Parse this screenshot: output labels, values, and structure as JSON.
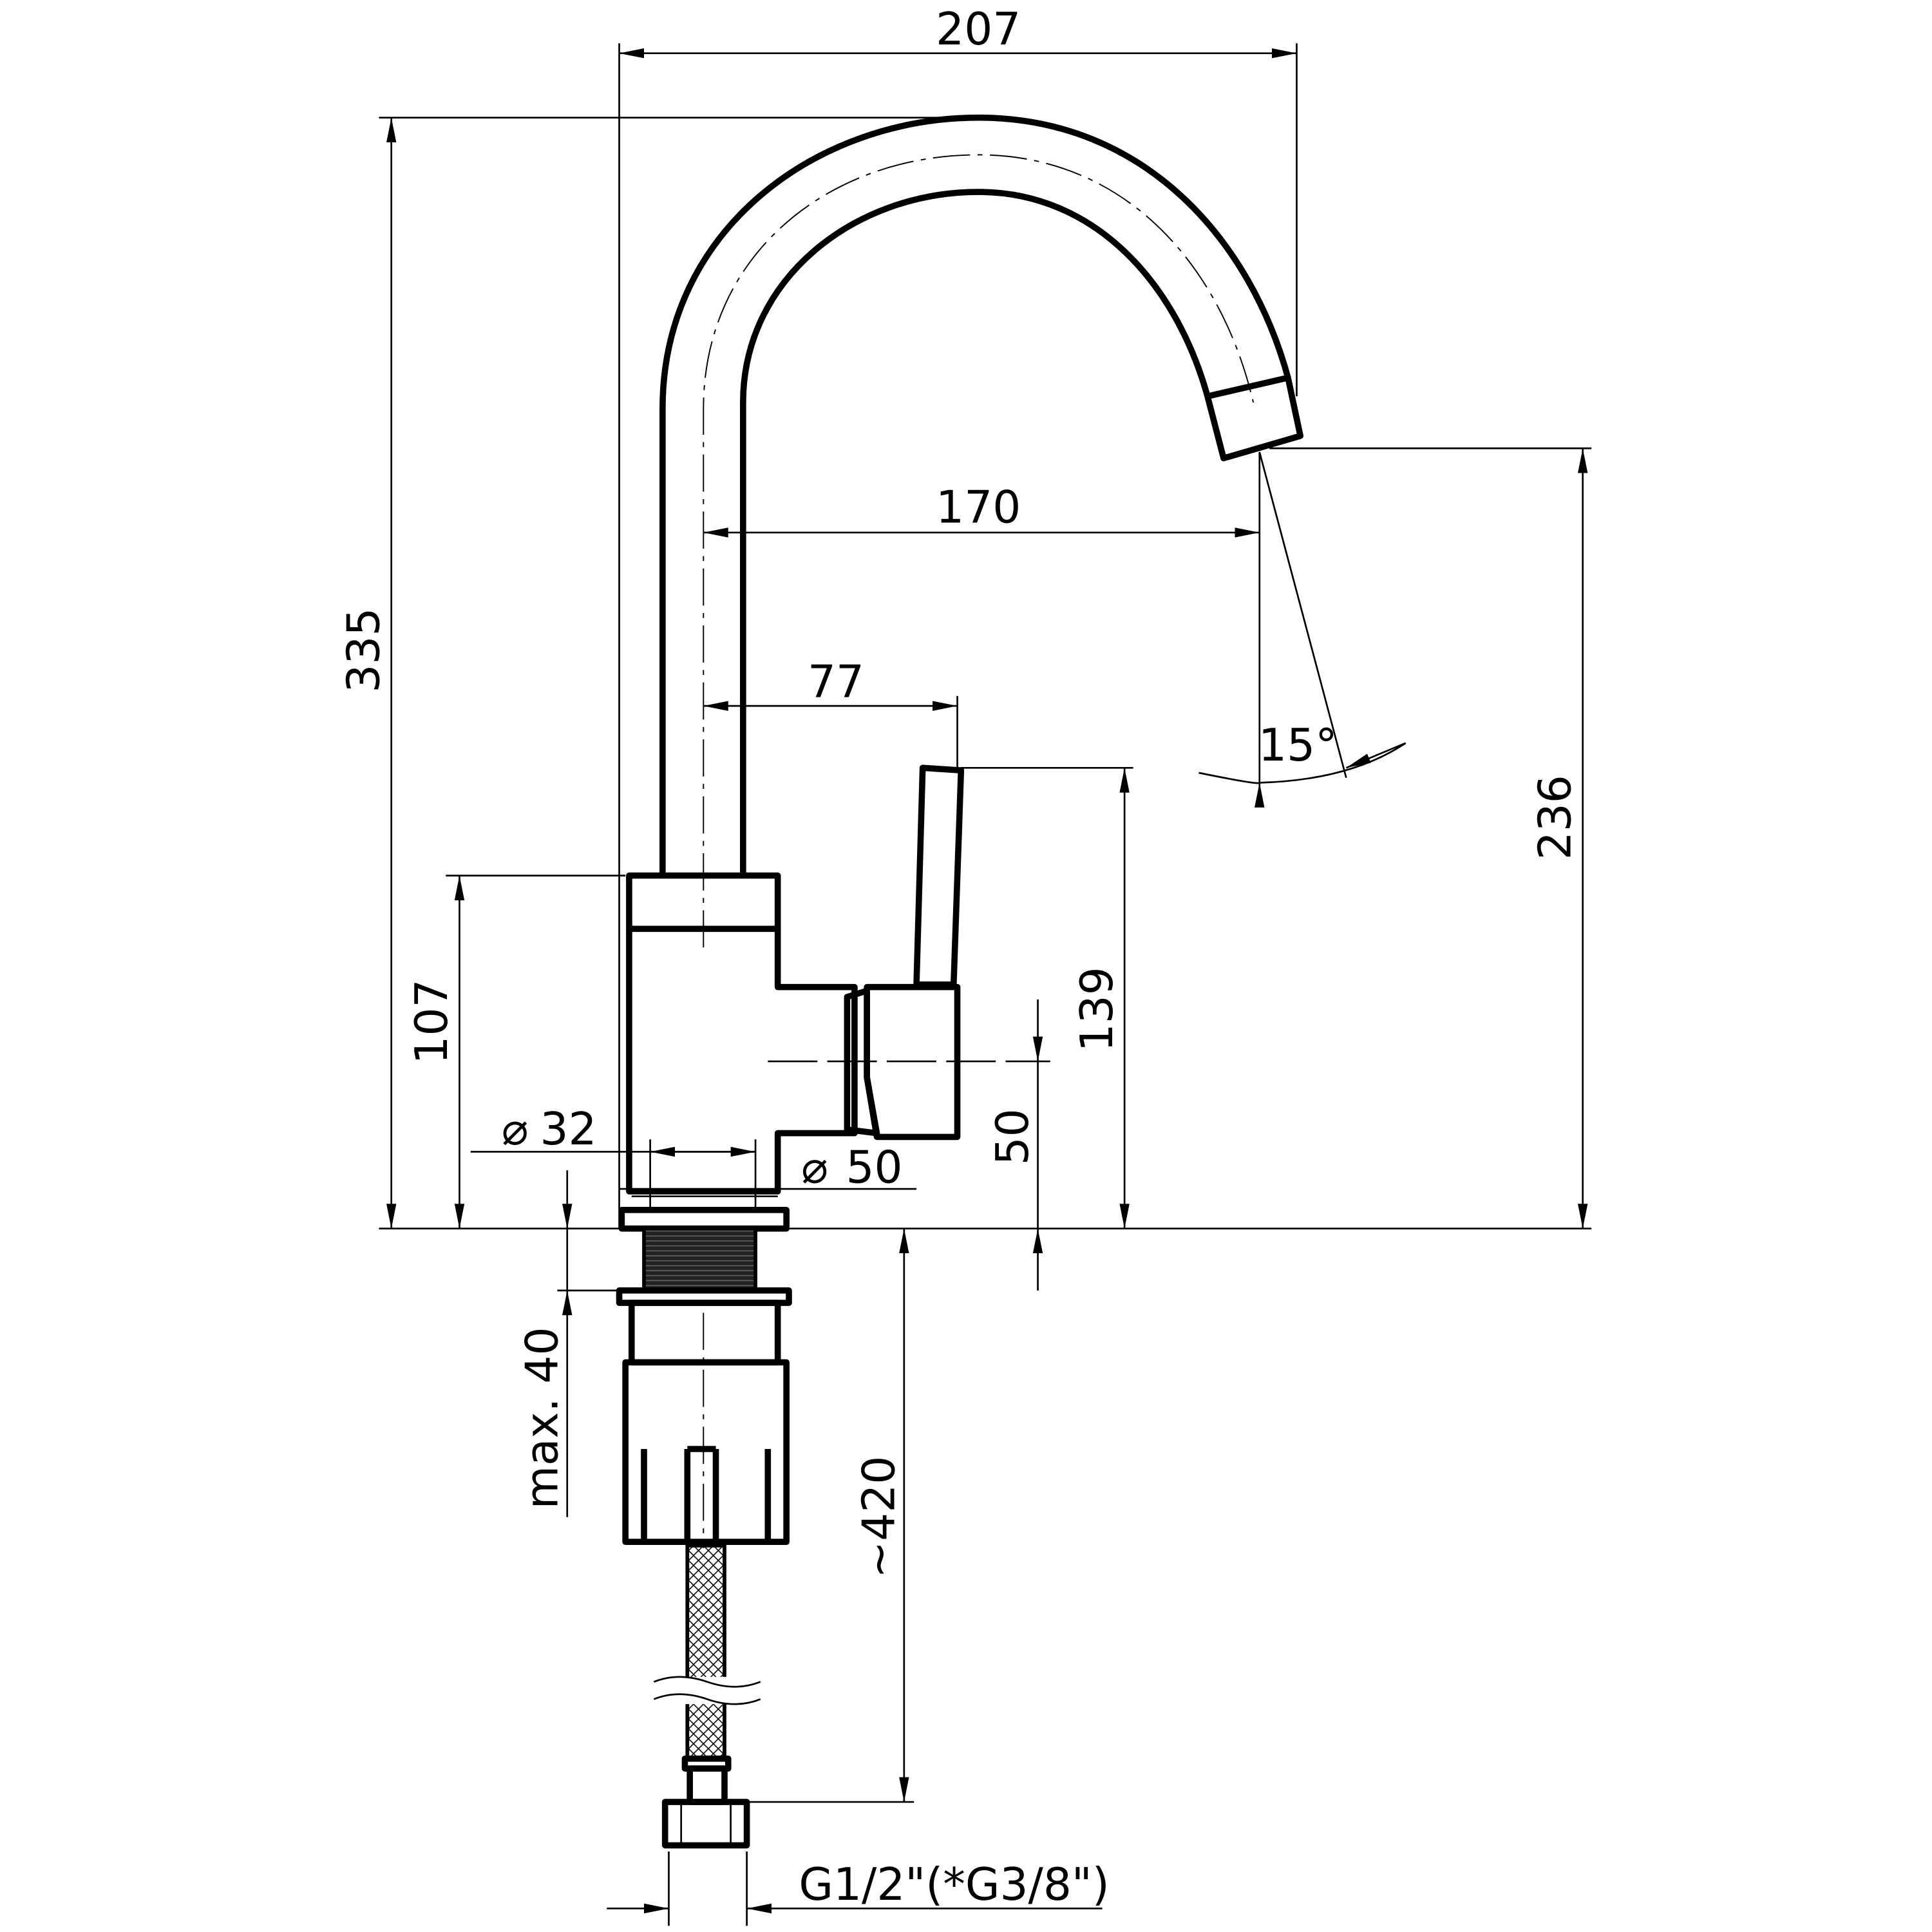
{
  "drawing": {
    "title": "Kitchen faucet dimension drawing",
    "dimensions": {
      "total_width": "207",
      "total_height": "335",
      "spout_reach": "170",
      "handle_offset": "77",
      "spout_angle": "15°",
      "spout_height": "236",
      "handle_height": "139",
      "body_height": "107",
      "handle_axis": "50",
      "diameter_32": "32",
      "diameter_50": "50",
      "max_thickness": "max. 40",
      "hose_length": "~420",
      "connection_thread": "G1/2\"(*G3/8\")"
    },
    "symbols": {
      "diameter": "⌀"
    }
  }
}
